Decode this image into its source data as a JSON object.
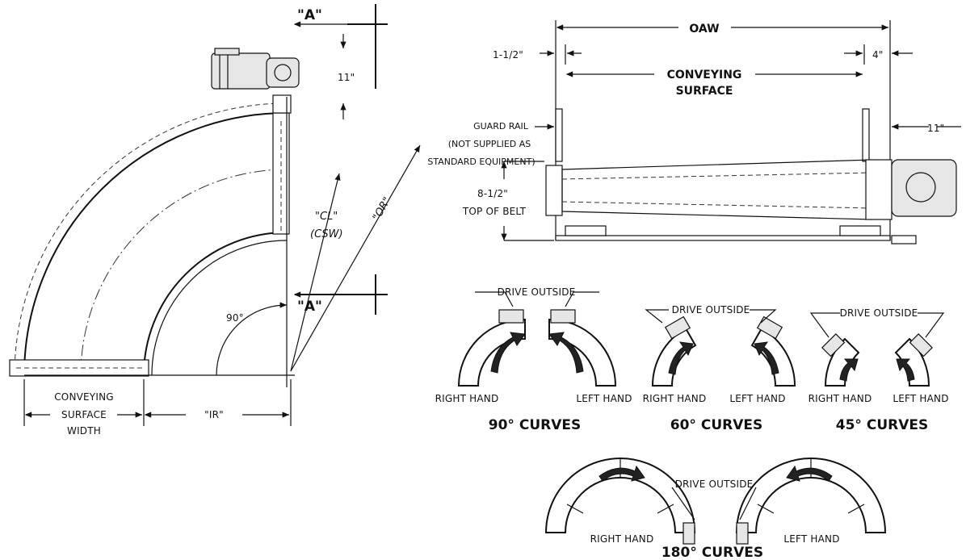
{
  "plan_view": {
    "section_mark_top": "\"A\"",
    "section_mark_bottom": "\"A\"",
    "dim_11": "11\"",
    "angle": "90°",
    "cl_label": "\"CL\"",
    "csw_label": "(CSW)",
    "or_label": "\"OR\"",
    "ir_label": "\"IR\"",
    "width_label_1": "CONVEYING",
    "width_label_2": "SURFACE",
    "width_label_3": "WIDTH"
  },
  "section_view": {
    "oaw": "OAW",
    "dim_1_5": "1-1/2\"",
    "dim_4": "4\"",
    "surface_1": "CONVEYING",
    "surface_2": "SURFACE",
    "dim_11": "11\"",
    "guard_1": "GUARD RAIL",
    "guard_2": "(NOT SUPPLIED AS",
    "guard_3": "STANDARD EQUIPMENT)",
    "tob_1": "8-1/2\"",
    "tob_2": "TOP OF BELT"
  },
  "curves": {
    "drive_outside": "DRIVE OUTSIDE",
    "right_hand": "RIGHT HAND",
    "left_hand": "LEFT HAND",
    "title_90": "90° CURVES",
    "title_60": "60° CURVES",
    "title_45": "45° CURVES",
    "title_180": "180° CURVES"
  }
}
